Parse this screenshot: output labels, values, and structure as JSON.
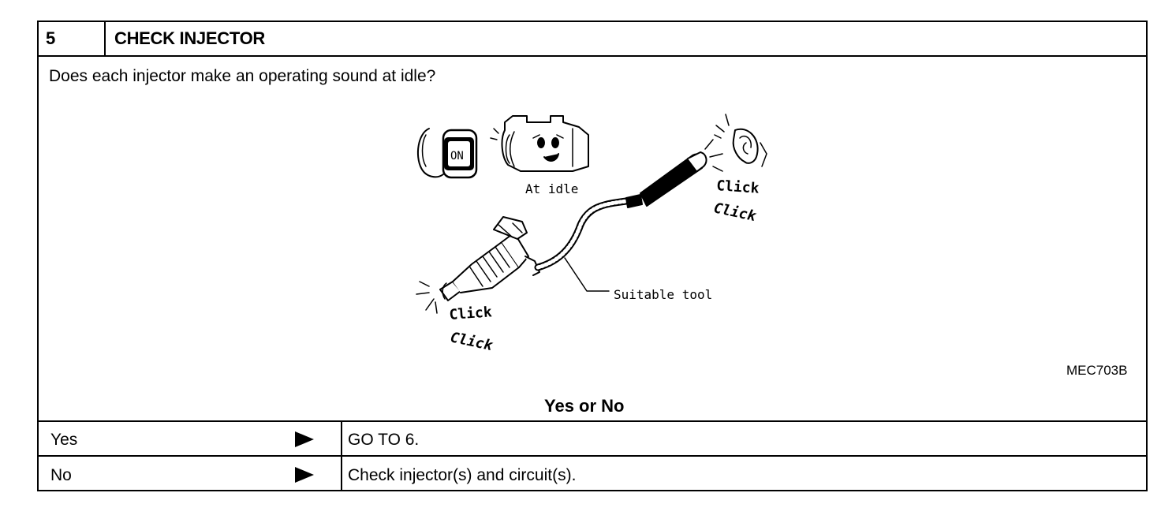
{
  "step": {
    "number": "5",
    "title": "CHECK INJECTOR"
  },
  "question": "Does each injector make an operating sound at idle?",
  "figure": {
    "key_label": "ON",
    "engine_label": "At idle",
    "click_text": "Click",
    "tool_label": "Suitable tool",
    "code": "MEC703B"
  },
  "result_header": "Yes or No",
  "answers": [
    {
      "label": "Yes",
      "action": "GO TO 6."
    },
    {
      "label": "No",
      "action": "Check injector(s) and circuit(s)."
    }
  ]
}
